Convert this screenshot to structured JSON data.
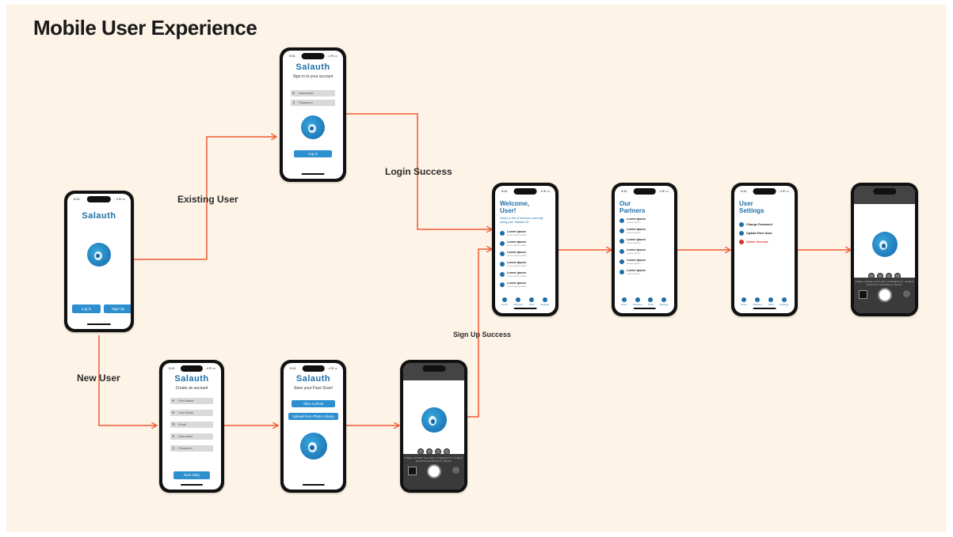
{
  "title": "Mobile User Experience",
  "flow_labels": {
    "existing_user": "Existing User",
    "new_user": "New User",
    "login_success": "Login Success",
    "sign_up_success": "Sign Up Success"
  },
  "status_bar": {
    "time": "9:41",
    "icons": "..ıl ≋ ▭"
  },
  "brand": "Salauth",
  "start_screen": {
    "left_button": "Log In",
    "right_button": "Sign Up"
  },
  "login_screen": {
    "subtitle": "Sign in to your account",
    "fields": [
      {
        "icon": "user-icon",
        "placeholder": "Username"
      },
      {
        "icon": "key-icon",
        "placeholder": "Password"
      }
    ],
    "button": "Log In"
  },
  "signup_screen": {
    "subtitle": "Create an account",
    "fields": [
      {
        "icon": "user-icon",
        "placeholder": "First Name"
      },
      {
        "icon": "user-icon",
        "placeholder": "Last Name"
      },
      {
        "icon": "mail-icon",
        "placeholder": "Email"
      },
      {
        "icon": "user-icon",
        "placeholder": "Username"
      },
      {
        "icon": "key-icon",
        "placeholder": "Password"
      }
    ],
    "button": "Next Step"
  },
  "face_scan_screen": {
    "subtitle": "Save your Face Scan!",
    "buttons": [
      "Take a photo",
      "Upload from Photo Library"
    ]
  },
  "camera": {
    "modes": "TIME-LAPSE  SLO-MO  CINEMATIC  VIDEO  PHOTO  PORTRAIT  PANO",
    "zoom": [
      "0.5",
      "1x",
      "2",
      "3"
    ]
  },
  "welcome_screen": {
    "heading": [
      "Welcome,",
      "User!"
    ],
    "intro": "Here's a list of services currently using your Salauth ID:",
    "items": [
      {
        "title": "Lorem Ipsum",
        "sub": "Lorem ipsum dolor"
      },
      {
        "title": "Lorem Ipsum",
        "sub": "Lorem ipsum dolor"
      },
      {
        "title": "Lorem Ipsum",
        "sub": "Lorem ipsum dolor"
      },
      {
        "title": "Lorem Ipsum",
        "sub": "Lorem ipsum dolor"
      },
      {
        "title": "Lorem Ipsum",
        "sub": "Lorem ipsum dolor"
      },
      {
        "title": "Lorem Ipsum",
        "sub": "Lorem ipsum dolor"
      }
    ]
  },
  "partners_screen": {
    "heading": [
      "Our",
      "Partners"
    ],
    "items": [
      {
        "title": "Lorem Ipsum",
        "sub": "Lorem ipsum"
      },
      {
        "title": "Lorem Ipsum",
        "sub": "Lorem ipsum"
      },
      {
        "title": "Lorem Ipsum",
        "sub": "Lorem ipsum"
      },
      {
        "title": "Lorem Ipsum",
        "sub": "Lorem ipsum"
      },
      {
        "title": "Lorem Ipsum",
        "sub": "Lorem ipsum"
      },
      {
        "title": "Lorem Ipsum",
        "sub": "Lorem ipsum"
      }
    ]
  },
  "settings_screen": {
    "heading": [
      "User",
      "Settings"
    ],
    "items": [
      {
        "title": "Change Password"
      },
      {
        "title": "Update Face Scan"
      },
      {
        "title": "Delete Account"
      }
    ]
  },
  "tabs": [
    "Home",
    "Partners",
    "Scan",
    "Settings"
  ],
  "colors": {
    "brand": "#1e6fa8",
    "button": "#2d8fcf",
    "arrow": "#ef5b33",
    "canvas": "#fdf3e7",
    "danger": "#d2352c"
  }
}
